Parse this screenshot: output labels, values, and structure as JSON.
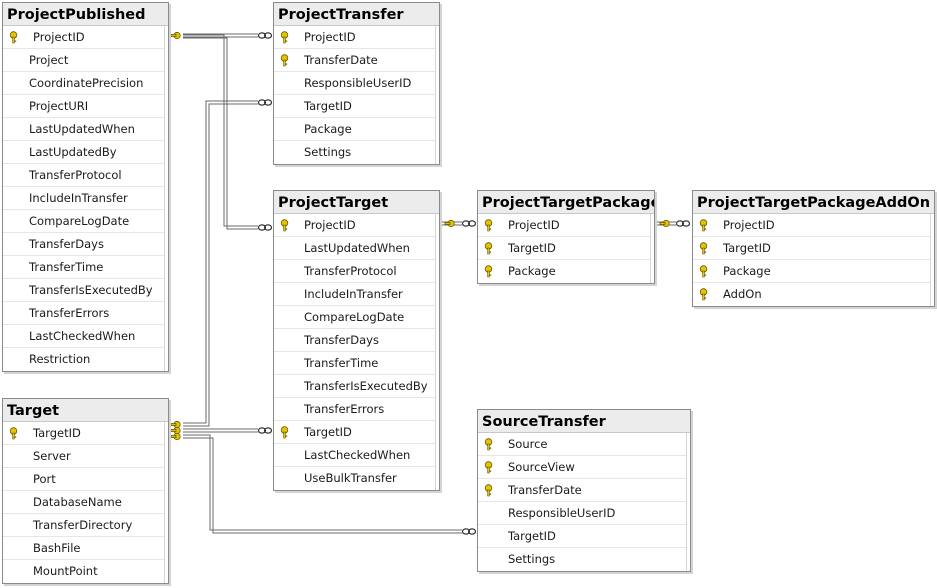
{
  "tables": [
    {
      "id": "ProjectPublished",
      "title": "ProjectPublished",
      "columns": [
        {
          "name": "ProjectID",
          "pk": true
        },
        {
          "name": "Project"
        },
        {
          "name": "CoordinatePrecision"
        },
        {
          "name": "ProjectURI"
        },
        {
          "name": "LastUpdatedWhen"
        },
        {
          "name": "LastUpdatedBy"
        },
        {
          "name": "TransferProtocol"
        },
        {
          "name": "IncludeInTransfer"
        },
        {
          "name": "CompareLogDate"
        },
        {
          "name": "TransferDays"
        },
        {
          "name": "TransferTime"
        },
        {
          "name": "TransferIsExecutedBy"
        },
        {
          "name": "TransferErrors"
        },
        {
          "name": "LastCheckedWhen"
        },
        {
          "name": "Restriction"
        }
      ]
    },
    {
      "id": "ProjectTransfer",
      "title": "ProjectTransfer",
      "columns": [
        {
          "name": "ProjectID",
          "pk": true
        },
        {
          "name": "TransferDate",
          "pk": true
        },
        {
          "name": "ResponsibleUserID"
        },
        {
          "name": "TargetID"
        },
        {
          "name": "Package"
        },
        {
          "name": "Settings"
        }
      ]
    },
    {
      "id": "ProjectTarget",
      "title": "ProjectTarget",
      "columns": [
        {
          "name": "ProjectID",
          "pk": true
        },
        {
          "name": "LastUpdatedWhen"
        },
        {
          "name": "TransferProtocol"
        },
        {
          "name": "IncludeInTransfer"
        },
        {
          "name": "CompareLogDate"
        },
        {
          "name": "TransferDays"
        },
        {
          "name": "TransferTime"
        },
        {
          "name": "TransferIsExecutedBy"
        },
        {
          "name": "TransferErrors"
        },
        {
          "name": "TargetID",
          "pk": true
        },
        {
          "name": "LastCheckedWhen"
        },
        {
          "name": "UseBulkTransfer"
        }
      ]
    },
    {
      "id": "ProjectTargetPackage",
      "title": "ProjectTargetPackage",
      "columns": [
        {
          "name": "ProjectID",
          "pk": true
        },
        {
          "name": "TargetID",
          "pk": true
        },
        {
          "name": "Package",
          "pk": true
        }
      ]
    },
    {
      "id": "ProjectTargetPackageAddOn",
      "title": "ProjectTargetPackageAddOn",
      "columns": [
        {
          "name": "ProjectID",
          "pk": true
        },
        {
          "name": "TargetID",
          "pk": true
        },
        {
          "name": "Package",
          "pk": true
        },
        {
          "name": "AddOn",
          "pk": true
        }
      ]
    },
    {
      "id": "Target",
      "title": "Target",
      "columns": [
        {
          "name": "TargetID",
          "pk": true
        },
        {
          "name": "Server"
        },
        {
          "name": "Port"
        },
        {
          "name": "DatabaseName"
        },
        {
          "name": "TransferDirectory"
        },
        {
          "name": "BashFile"
        },
        {
          "name": "MountPoint"
        }
      ]
    },
    {
      "id": "SourceTransfer",
      "title": "SourceTransfer",
      "columns": [
        {
          "name": "Source",
          "pk": true
        },
        {
          "name": "SourceView",
          "pk": true
        },
        {
          "name": "TransferDate",
          "pk": true
        },
        {
          "name": "ResponsibleUserID"
        },
        {
          "name": "TargetID"
        },
        {
          "name": "Settings"
        }
      ]
    }
  ],
  "relationships": [
    {
      "from": "ProjectPublished",
      "to": "ProjectTransfer"
    },
    {
      "from": "ProjectPublished",
      "to": "ProjectTarget"
    },
    {
      "from": "Target",
      "to": "ProjectTransfer"
    },
    {
      "from": "Target",
      "to": "ProjectTarget"
    },
    {
      "from": "Target",
      "to": "SourceTransfer"
    },
    {
      "from": "ProjectTarget",
      "to": "ProjectTargetPackage"
    },
    {
      "from": "ProjectTargetPackage",
      "to": "ProjectTargetPackageAddOn"
    }
  ],
  "colors": {
    "key": "#e8c400",
    "key_stroke": "#6b5a00",
    "title_bg": "#ececec",
    "border": "#8a8a8a"
  },
  "icons": {
    "primary_key": "key-icon",
    "one_end": "key-end-icon",
    "many_end": "infinity-icon"
  }
}
